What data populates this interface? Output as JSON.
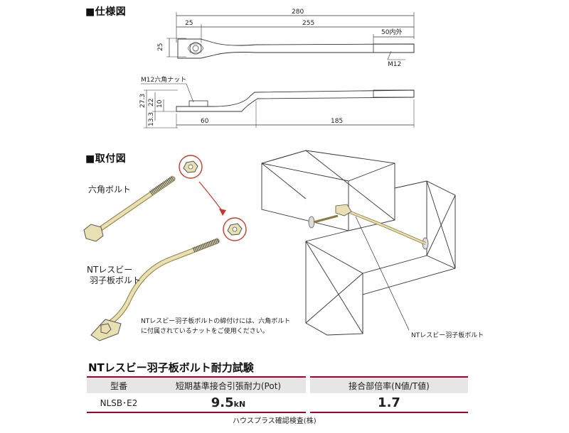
{
  "spec": {
    "title": "■仕様図",
    "dim_280": "280",
    "dim_25_top": "25",
    "dim_255": "255",
    "dim_50": "50内外",
    "dim_25_side": "25",
    "label_m12": "M12",
    "label_nut": "M12六角ナット",
    "dim_27_3": "27.3",
    "dim_22": "22",
    "dim_10": "10",
    "dim_13_3": "13.3",
    "dim_60": "60",
    "dim_185": "185"
  },
  "install": {
    "title": "■取付図",
    "hex_bolt_label": "六角ボルト",
    "nt_bolt_label_line1": "NTレスビー",
    "nt_bolt_label_line2": "羽子板ボルト",
    "note_line1": "NTレスビー羽子板ボルトの締付けには、六角ボルト",
    "note_line2": "に付属されているナットをご使用ください。",
    "callout": "NTレスビー羽子板ボルト"
  },
  "test": {
    "title": "NTレスビー羽子板ボルト耐力試験",
    "headers": [
      "型番",
      "短期基準接合引張耐力(Pot)",
      "接合部倍率(N値/T値)"
    ],
    "model": "NLSB･E2",
    "strength_value": "9.5",
    "strength_unit": "kN",
    "ratio": "1.7",
    "footnote": "ハウスプラス確認検査(株)"
  },
  "colors": {
    "accent": "#a0002a",
    "bolt_fill": "#e8e0b0",
    "header_bg": "#e6e6e6"
  }
}
